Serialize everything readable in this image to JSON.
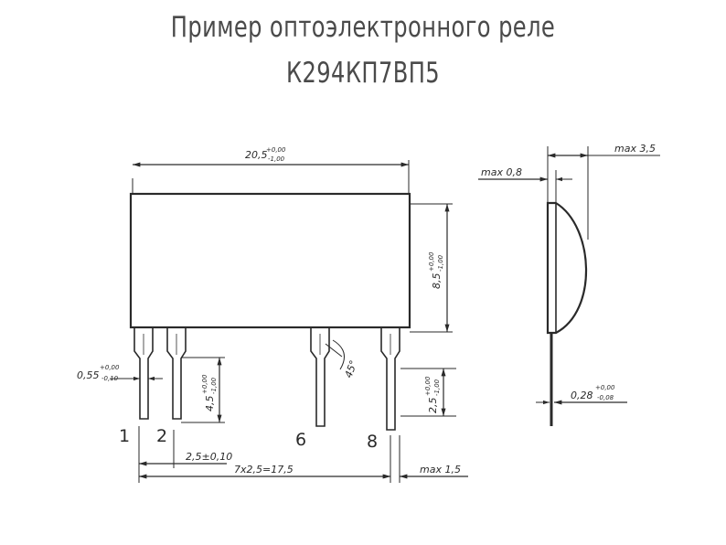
{
  "title": {
    "line1": "Пример оптоэлектронного реле",
    "line2": "К294КП7ВП5"
  },
  "dimensions": {
    "length": "20,5",
    "length_upper_tol": "+0,00",
    "length_lower_tol": "-1,00",
    "height": "8,5",
    "height_upper_tol": "+0,00",
    "height_lower_tol": "-1,00",
    "pin_width": "0,55",
    "pin_width_upper_tol": "+0,00",
    "pin_width_lower_tol": "-0,10",
    "pin_length": "4,5",
    "pin_length_upper_tol": "+0,00",
    "pin_length_lower_tol": "-1,00",
    "lead_offset": "2,5",
    "lead_offset_upper_tol": "+0,00",
    "lead_offset_lower_tol": "-1,00",
    "angle": "45°",
    "pitch": "2,5±0,10",
    "pitch_total": "7x2,5=17,5",
    "side_max_thickness_label": "max 3,5",
    "side_max_lip_label": "max 0,8",
    "side_pin_thickness": "0,28",
    "side_pin_upper_tol": "+0,00",
    "side_pin_lower_tol": "-0,08",
    "bottom_max_label": "max 1,5"
  },
  "pins": {
    "p1": "1",
    "p2": "2",
    "p6": "6",
    "p8": "8"
  }
}
